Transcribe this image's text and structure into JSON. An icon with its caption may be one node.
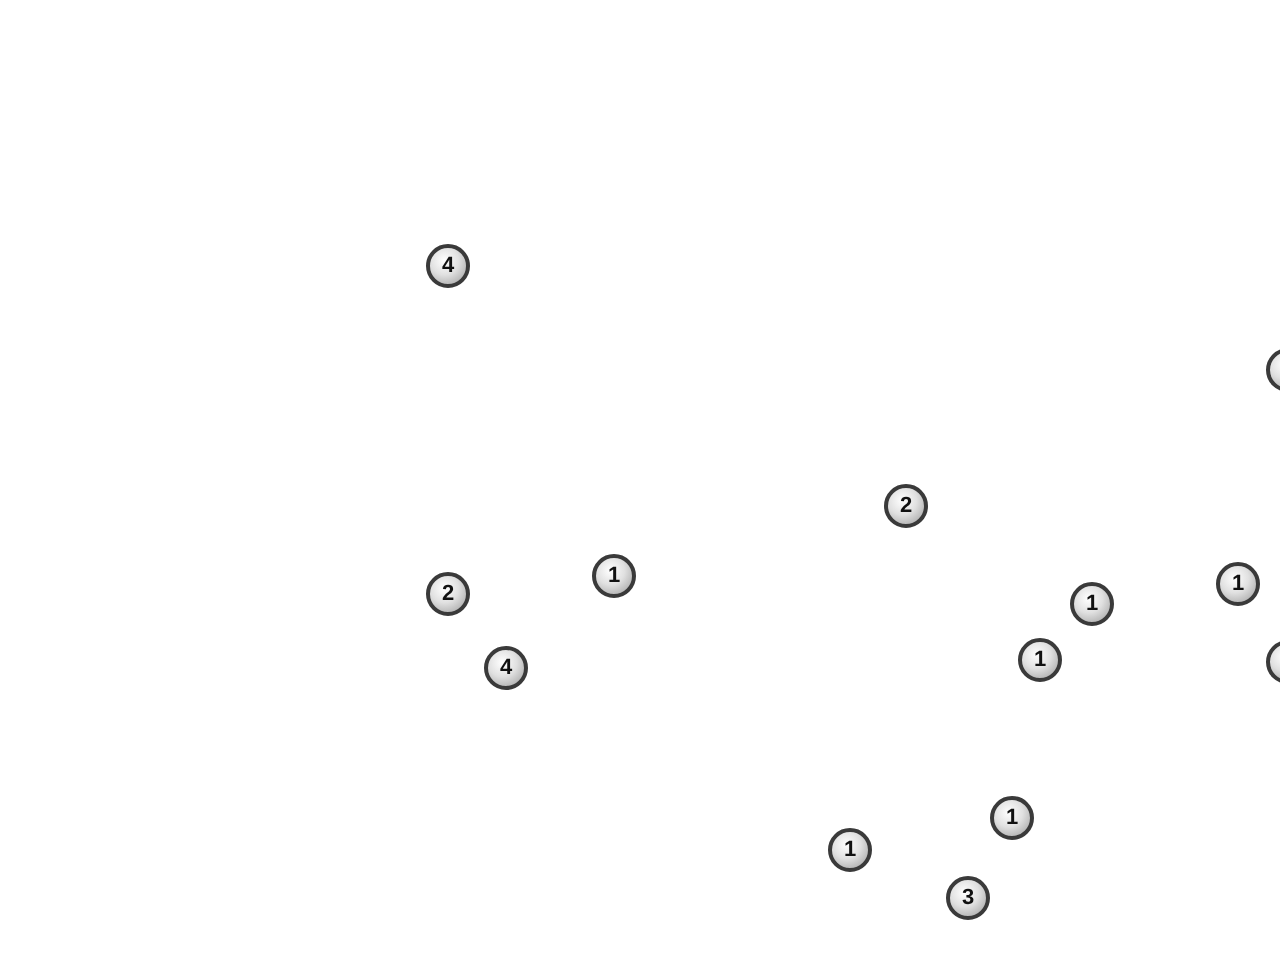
{
  "diagram": {
    "labels": [
      "4",
      "2",
      "1",
      "1",
      "2",
      "1",
      "1",
      "4",
      "1",
      "1",
      "3"
    ]
  }
}
